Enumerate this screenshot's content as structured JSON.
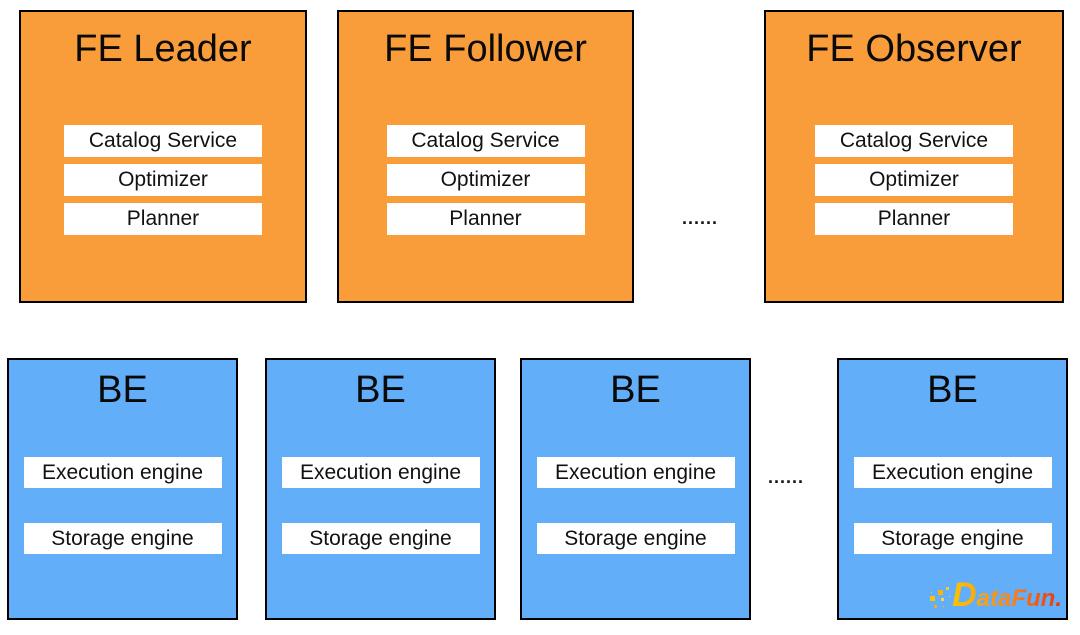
{
  "fe_row": {
    "ellipsis": "......",
    "boxes": [
      {
        "title": "FE Leader",
        "modules": [
          "Catalog Service",
          "Optimizer",
          "Planner"
        ]
      },
      {
        "title": "FE Follower",
        "modules": [
          "Catalog Service",
          "Optimizer",
          "Planner"
        ]
      },
      {
        "title": "FE Observer",
        "modules": [
          "Catalog Service",
          "Optimizer",
          "Planner"
        ]
      }
    ]
  },
  "be_row": {
    "ellipsis": "......",
    "boxes": [
      {
        "title": "BE",
        "modules": [
          "Execution engine",
          "Storage engine"
        ]
      },
      {
        "title": "BE",
        "modules": [
          "Execution engine",
          "Storage engine"
        ]
      },
      {
        "title": "BE",
        "modules": [
          "Execution engine",
          "Storage engine"
        ]
      },
      {
        "title": "BE",
        "modules": [
          "Execution engine",
          "Storage engine"
        ]
      }
    ]
  },
  "logo": {
    "text": "DataFun."
  },
  "colors": {
    "fe_fill": "#F99D3B",
    "be_fill": "#63AEF9",
    "box_border": "#000000",
    "logo_gradient_start": "#FFC400",
    "logo_gradient_mid": "#F58220",
    "logo_gradient_end": "#E8340C"
  }
}
